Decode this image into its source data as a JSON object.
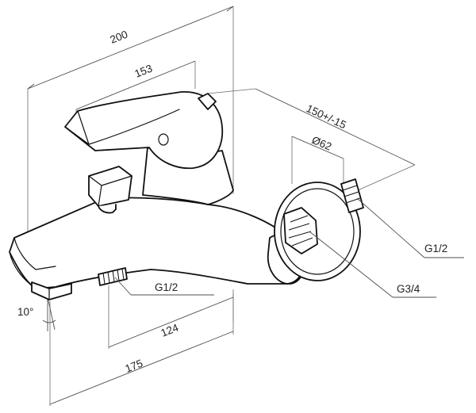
{
  "dimensions": {
    "overall_depth": "200",
    "lever_length": "153",
    "center_distance": "150+/-15",
    "rosette_diameter": "Ø62",
    "inlet_spacing": "124",
    "spout_length": "175",
    "spout_angle": "10°"
  },
  "threads": {
    "inlet_top": "G1/2",
    "inlet_bottom": "G1/2",
    "wall_connection": "G3/4"
  }
}
